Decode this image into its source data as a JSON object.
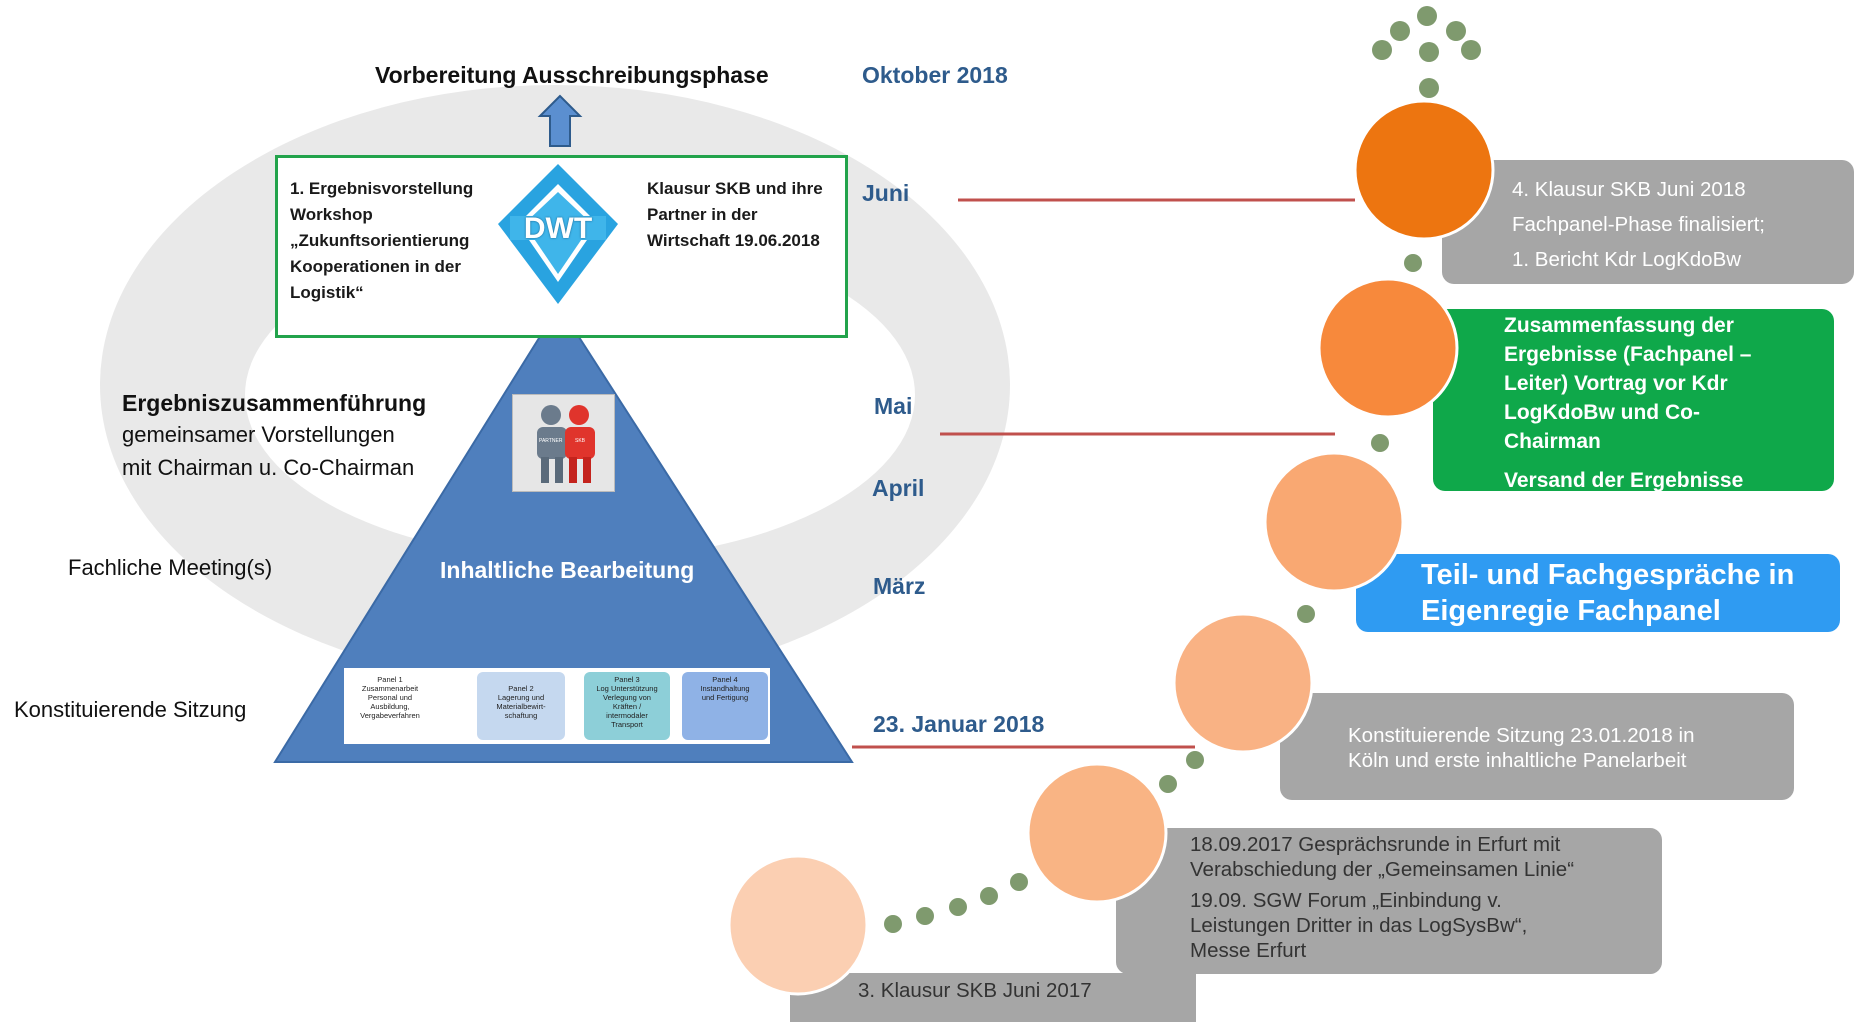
{
  "top": {
    "title": "Vorbereitung Ausschreibungsphase",
    "date": "Oktober 2018"
  },
  "result_box": {
    "left_text": [
      "1. Ergebnisvorstellung",
      "Workshop",
      "„Zukunftsorientierung",
      "Kooperationen in der",
      "Logistik“"
    ],
    "logo": "DWT",
    "right_text": [
      "Klausur SKB und ihre",
      "Partner in der",
      "Wirtschaft 19.06.2018"
    ]
  },
  "left_labels": {
    "merge_title": "Ergebniszusammenführung",
    "merge_line1": "gemeinsamer  Vorstellungen",
    "merge_line2": "mit Chairman  u. Co-Chairman",
    "meetings": "Fachliche Meeting(s)",
    "constituting": "Konstituierende Sitzung"
  },
  "pyramid": {
    "label": "Inhaltliche  Bearbeitung",
    "photo_labels": [
      "PARTNER",
      "SKB"
    ],
    "panels": [
      {
        "lines": [
          "Panel 1",
          "Zusammenarbeit",
          "Personal und",
          "Ausbildung,",
          "Vergabeverfahren"
        ],
        "color": "#ffffff"
      },
      {
        "lines": [
          "Panel 2",
          "Lagerung und",
          "Materialbewirt-",
          "schaftung"
        ],
        "color": "#c5d8ef"
      },
      {
        "lines": [
          "Panel 3",
          "Log Unterstützung",
          "Verlegung von",
          "Kräften /",
          "intermodaler",
          "Transport"
        ],
        "color": "#8dcfd8"
      },
      {
        "lines": [
          "Panel 4",
          "",
          "Instandhaltung",
          "und Fertigung"
        ],
        "color": "#8fb2e6"
      }
    ]
  },
  "months": {
    "juni": "Juni",
    "mai": "Mai",
    "april": "April",
    "maerz": "März",
    "januar": "23. Januar 2018"
  },
  "callouts": {
    "klausur_juni_2018": [
      "4. Klausur SKB Juni 2018",
      "Fachpanel-Phase finalisiert;",
      "1. Bericht Kdr LogKdoBw"
    ],
    "zusammenfassung": [
      "Zusammenfassung der",
      "Ergebnisse  (Fachpanel –",
      "Leiter)  Vortrag vor Kdr",
      "LogKdoBw  und Co-",
      "Chairman"
    ],
    "versand": "Versand der Ergebnisse",
    "fachgespraeche": [
      "Teil- und Fachgespräche in",
      "Eigenregie Fachpanel"
    ],
    "konstituierende": [
      "Konstituierende Sitzung 23.01.2018 in",
      "Köln und erste inhaltliche Panelarbeit"
    ],
    "erfurt_1": [
      "18.09.2017  Gesprächsrunde in Erfurt mit",
      "Verabschiedung der „Gemeinsamen Linie“"
    ],
    "erfurt_2": [
      "19.09. SGW Forum „Einbindung v.",
      "Leistungen Dritter in das LogSysBw“,",
      "Messe Erfurt"
    ],
    "klausur_2017": "3. Klausur SKB Juni 2017"
  },
  "colors": {
    "pyramid": "#4f7fbd",
    "month_text": "#2e5b8c",
    "gray_callout": "#a6a6a6",
    "green_callout": "#0fa84a",
    "blue_callout": "#2f9bf2",
    "connector": "#c0504d",
    "dots": "#7f9a6e"
  }
}
